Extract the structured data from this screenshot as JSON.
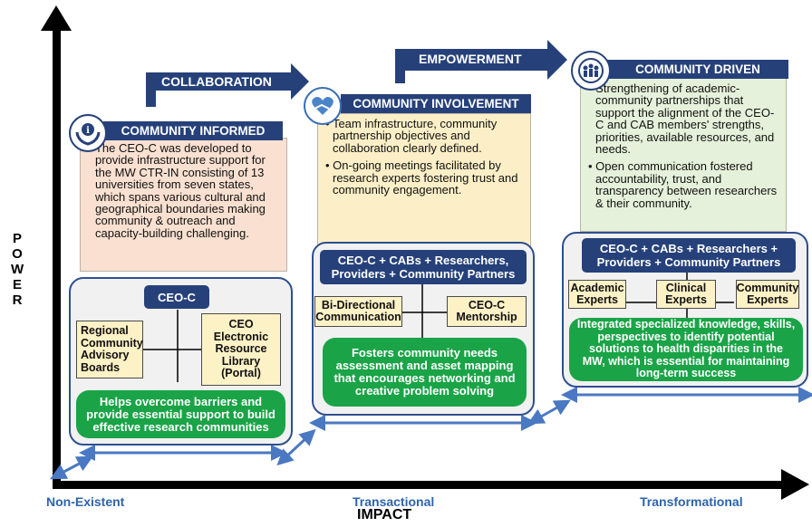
{
  "axes": {
    "y_label": "POWER",
    "x_label": "IMPACT"
  },
  "x_levels": [
    "Non-Existent",
    "Transactional",
    "Transformational"
  ],
  "transitions": [
    "COLLABORATION",
    "EMPOWERMENT"
  ],
  "stages": [
    {
      "title": "COMMUNITY INFORMED",
      "icon": "info-hands-icon",
      "bullets": [
        "The CEO-C was developed to provide infrastructure support for the MW CTR-IN consisting of 13 universities from seven states, which spans various cultural and geographical boundaries making community & outreach and capacity-building challenging."
      ],
      "structure": {
        "top": "CEO-C",
        "left": "Regional Community Advisory Boards",
        "right": "CEO Electronic Resource Library (Portal)"
      },
      "outcome": "Helps overcome barriers and provide essential support to build effective research communities"
    },
    {
      "title": "COMMUNITY INVOLVEMENT",
      "icon": "heart-hands-icon",
      "bullets": [
        "Team infrastructure, community partnership objectives and collaboration clearly defined.",
        "On-going meetings facilitated by research experts fostering trust and community engagement."
      ],
      "structure": {
        "top": "CEO-C + CABs + Researchers, Providers + Community Partners",
        "left": "Bi-Directional Communication",
        "right": "CEO-C Mentorship"
      },
      "outcome": "Fosters community needs assessment and asset mapping that encourages networking and creative problem solving"
    },
    {
      "title": "COMMUNITY DRIVEN",
      "icon": "community-group-icon",
      "bullets": [
        "Strengthening of academic-community partnerships that support the alignment of the CEO-C and CAB members' strengths, priorities, available resources, and needs.",
        "Open communication fostered accountability, trust, and transparency between researchers & their community."
      ],
      "structure": {
        "top": "CEO-C + CABs + Researchers + Providers + Community Partners",
        "left": "Academic Experts",
        "middle": "Clinical Experts",
        "right": "Community Experts"
      },
      "outcome": "Integrated specialized knowledge, skills, perspectives to identify potential solutions to health disparities in the MW, which is essential for maintaining long-term success"
    }
  ],
  "colors": {
    "navy": "#26417a",
    "green": "#1aa447",
    "axis_label_blue": "#2d64ad",
    "stage1_fill": "#f9e0d0",
    "stage2_fill": "#fcefc7",
    "stage3_fill": "#e5f1da",
    "cream": "#fdf1c6",
    "double_arrow": "#4a78c2"
  }
}
